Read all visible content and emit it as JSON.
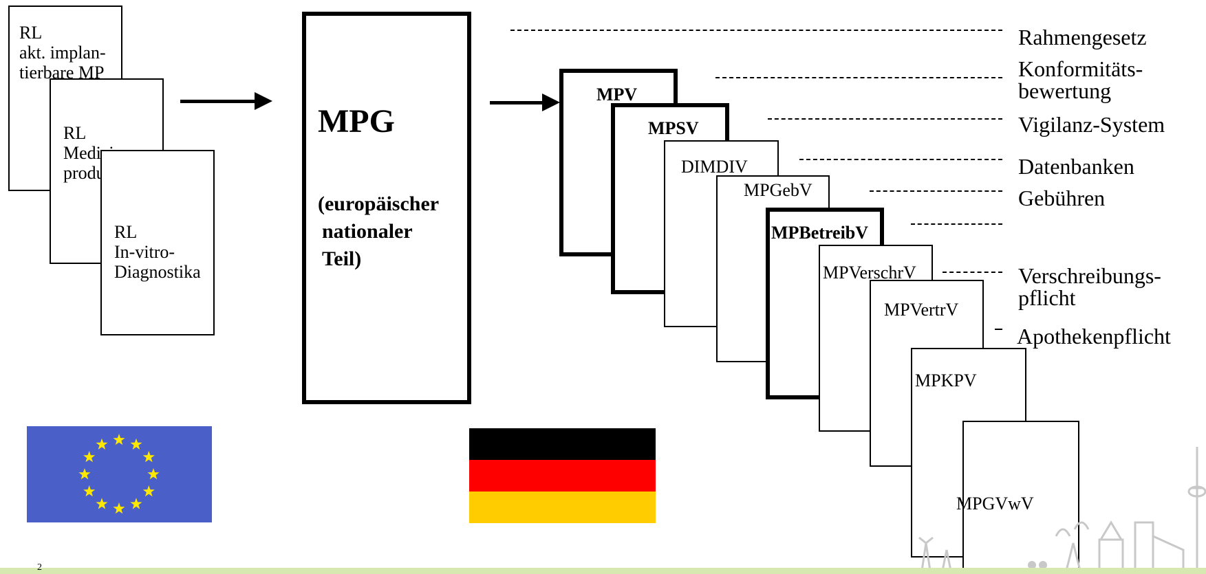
{
  "eu_directives": [
    {
      "text": "RL\nakt. implan-\ntierbare MP"
    },
    {
      "text": "RL\nMedizin-\nprodukte"
    },
    {
      "text": "RL\nIn-vitro-\nDiagnostika"
    }
  ],
  "mpg": {
    "title": "MPG",
    "subtitle_line1": "(europäischer",
    "subtitle_line2": "nationaler",
    "subtitle_line3": "Teil)"
  },
  "regulations": [
    {
      "label": "MPV",
      "bold": true
    },
    {
      "label": "MPSV",
      "bold": true
    },
    {
      "label": "DIMDIV",
      "bold": false
    },
    {
      "label": "MPGebV",
      "bold": false
    },
    {
      "label": "MPBetreibV",
      "bold": true
    },
    {
      "label": "MPVerschrV",
      "bold": false
    },
    {
      "label": "MPVertrV",
      "bold": false
    },
    {
      "label": "MPKPV",
      "bold": false
    },
    {
      "label": "MPGVwV",
      "bold": false
    }
  ],
  "categories": [
    {
      "label": "Rahmengesetz"
    },
    {
      "label": "Konformitäts-\nbewertung"
    },
    {
      "label": "Vigilanz-System"
    },
    {
      "label": "Datenbanken"
    },
    {
      "label": "Gebühren"
    },
    {
      "label": "Verschreibungs-\npflicht"
    },
    {
      "label": "Apothekenpflicht"
    }
  ],
  "flags": {
    "eu": {
      "name": "eu-flag",
      "background": "#4a5fc8",
      "star_color": "#ffe800",
      "star_count": 12
    },
    "de": {
      "name": "german-flag",
      "stripes": [
        "#000000",
        "#ff0000",
        "#ffcc00"
      ]
    }
  },
  "footer": {
    "page_number": "2",
    "band_color": "#d7e9b0"
  }
}
